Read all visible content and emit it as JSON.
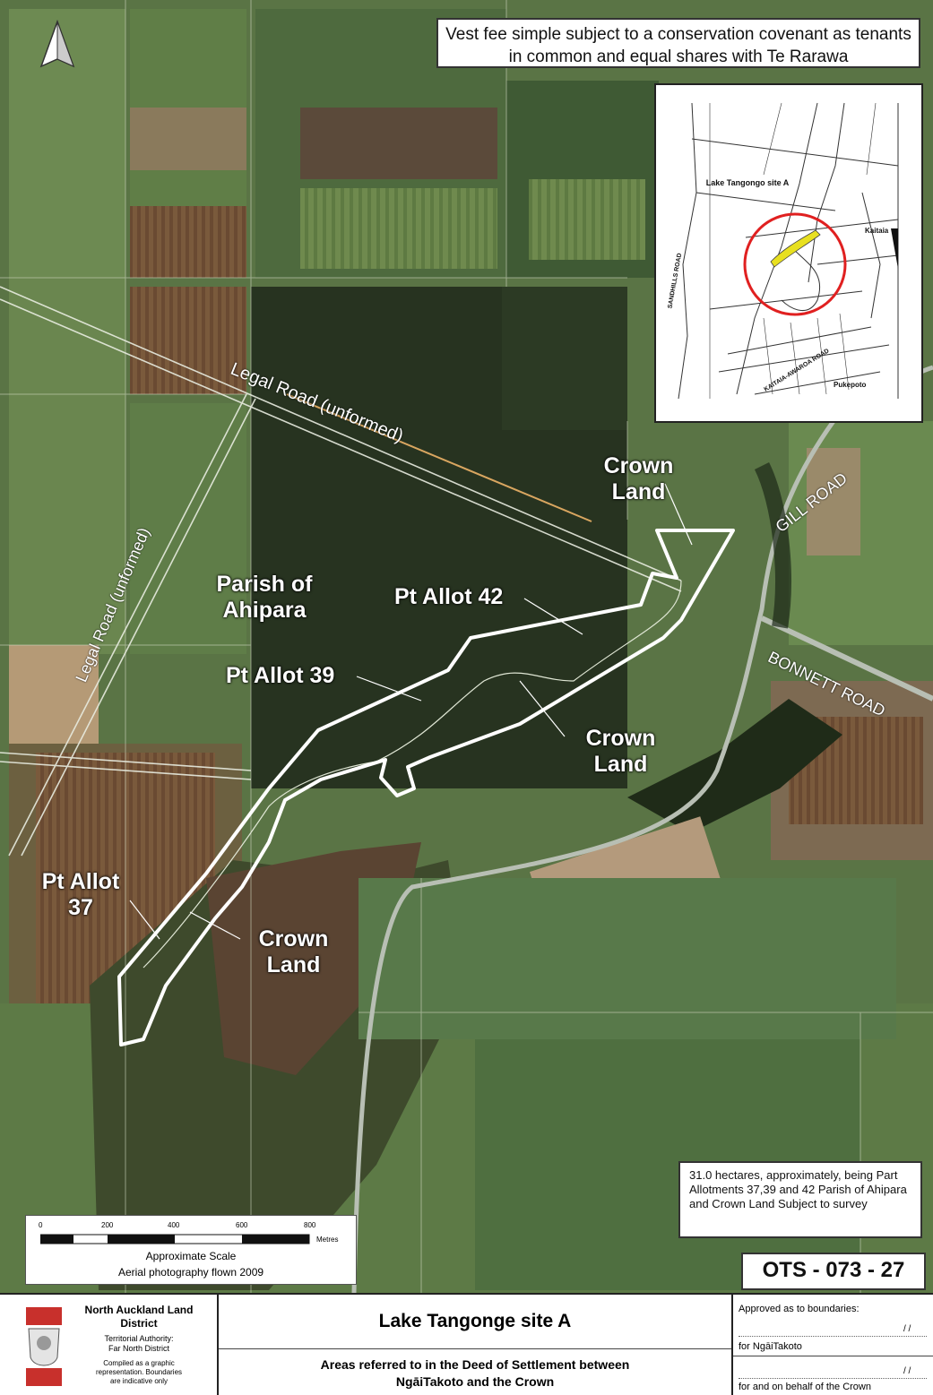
{
  "map": {
    "title_note": "Vest fee simple subject to a conservation covenant as tenants in common and equal shares with Te Rarawa",
    "labels": {
      "crown_land_ne": "Crown Land",
      "crown_land_mid": "Crown Land",
      "crown_land_sw": "Crown Land",
      "parish": "Parish of Ahipara",
      "pt_allot_42": "Pt Allot 42",
      "pt_allot_39": "Pt Allot 39",
      "pt_allot_37": "Pt Allot 37",
      "legal_road_1": "Legal Road (unformed)",
      "legal_road_2": "Legal Road (unformed)",
      "gill_road": "GILL ROAD",
      "bonnett_road": "BONNETT ROAD"
    },
    "inset": {
      "site_label": "Lake Tangongo site A",
      "kaitaia": "Kaitaia",
      "sandhills_road": "SANDHILLS ROAD",
      "kaitaia_awaroa_road": "KAITAIA-AWAROA ROAD",
      "pukepoto": "Pukepoto",
      "marker_color": "#e02020",
      "site_color": "#e8e020"
    },
    "area_note": "31.0 hectares, approximately, being Part Allotments 37,39 and 42 Parish of Ahipara and Crown Land Subject to survey",
    "scale": {
      "ticks": [
        "0",
        "200",
        "400",
        "600",
        "800"
      ],
      "unit": "Metres",
      "caption": "Approximate Scale",
      "photo_note": "Aerial photography flown 2009"
    },
    "ref": "OTS - 073 - 27"
  },
  "footer": {
    "district": "North Auckland Land District",
    "authority_lines": [
      "Territorial Authority:",
      "Far North District"
    ],
    "disclaimer_lines": [
      "Compiled as a graphic",
      "representation. Boundaries",
      "are indicative only"
    ],
    "title": "Lake Tangonge site A",
    "subtitle_lines": [
      "Areas referred to in the Deed of Settlement between",
      "NgāiTakoto and the Crown"
    ],
    "approved": "Approved as to boundaries:",
    "date_mark": "/ /",
    "for_1": "for NgāiTakoto",
    "for_2": "for and on behalf of the Crown"
  },
  "colors": {
    "boundary": "#ffffff",
    "field": "#5c7a44",
    "wetland": "#2a3520"
  }
}
